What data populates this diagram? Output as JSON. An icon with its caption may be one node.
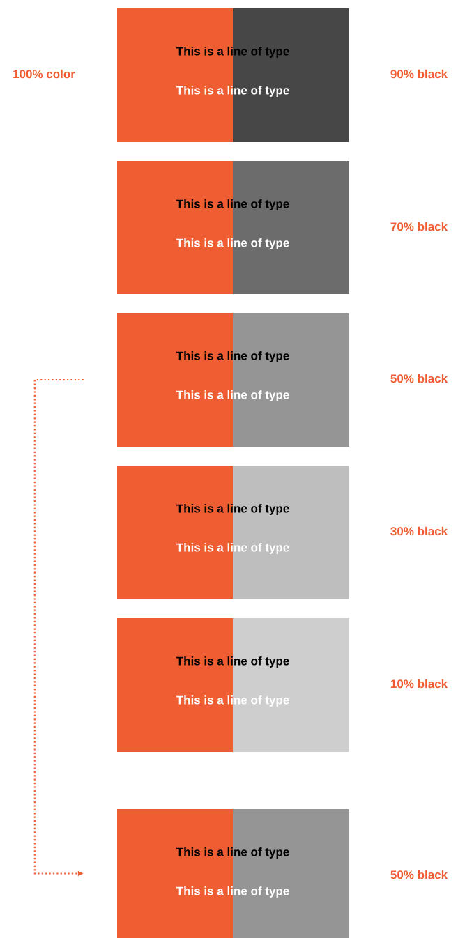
{
  "diagram": {
    "nodes": [
      {
        "text": [
          "This is a line of type",
          "This is a line of type"
        ],
        "beside": [
          "100% color",
          "90% black"
        ]
      },
      {
        "text": [
          "This is a line of type",
          "This is a line of type"
        ],
        "beside": [
          "70% black"
        ]
      },
      {
        "text": [
          "This is a line of type",
          "This is a line of type"
        ],
        "beside": [
          "50% black"
        ]
      },
      {
        "text": [
          "This is a line of type",
          "This is a line of type"
        ],
        "beside": [
          "30% black"
        ]
      },
      {
        "text": [
          "This is a line of type",
          "This is a line of type"
        ],
        "beside": [
          "10% black"
        ]
      },
      {
        "text": [
          "This is a line of type",
          "This is a line of type"
        ],
        "beside": [
          "50% black"
        ]
      }
    ],
    "edges": [
      {
        "from": 2,
        "to": 5,
        "arrow": "to"
      }
    ]
  }
}
